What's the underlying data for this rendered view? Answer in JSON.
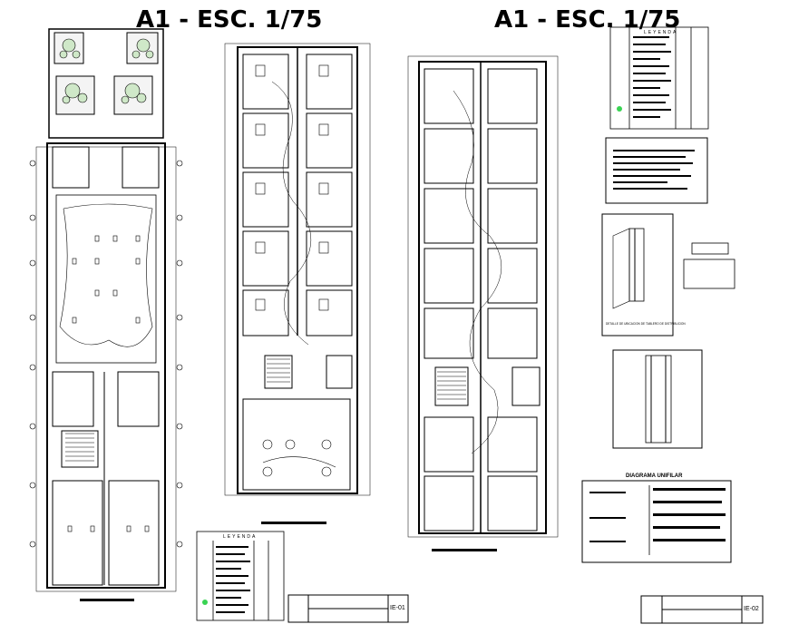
{
  "titles": {
    "left": "A1 - ESC. 1/75",
    "right": "A1 - ESC. 1/75"
  },
  "panels": {
    "legend_header": "LEYENDA",
    "unifilar_title": "DIAGRAMA UNIFILAR",
    "detail_caption": "DETALLE DE UBICACION DE TABLERO DE DISTRIBUCION"
  },
  "title_blocks": {
    "sheet_left": "IE-01",
    "sheet_right": "IE-02"
  },
  "colors": {
    "line": "#000000",
    "background": "#ffffff",
    "tree_fill": "#cfe8c8",
    "legend_marker": "#39d353"
  }
}
